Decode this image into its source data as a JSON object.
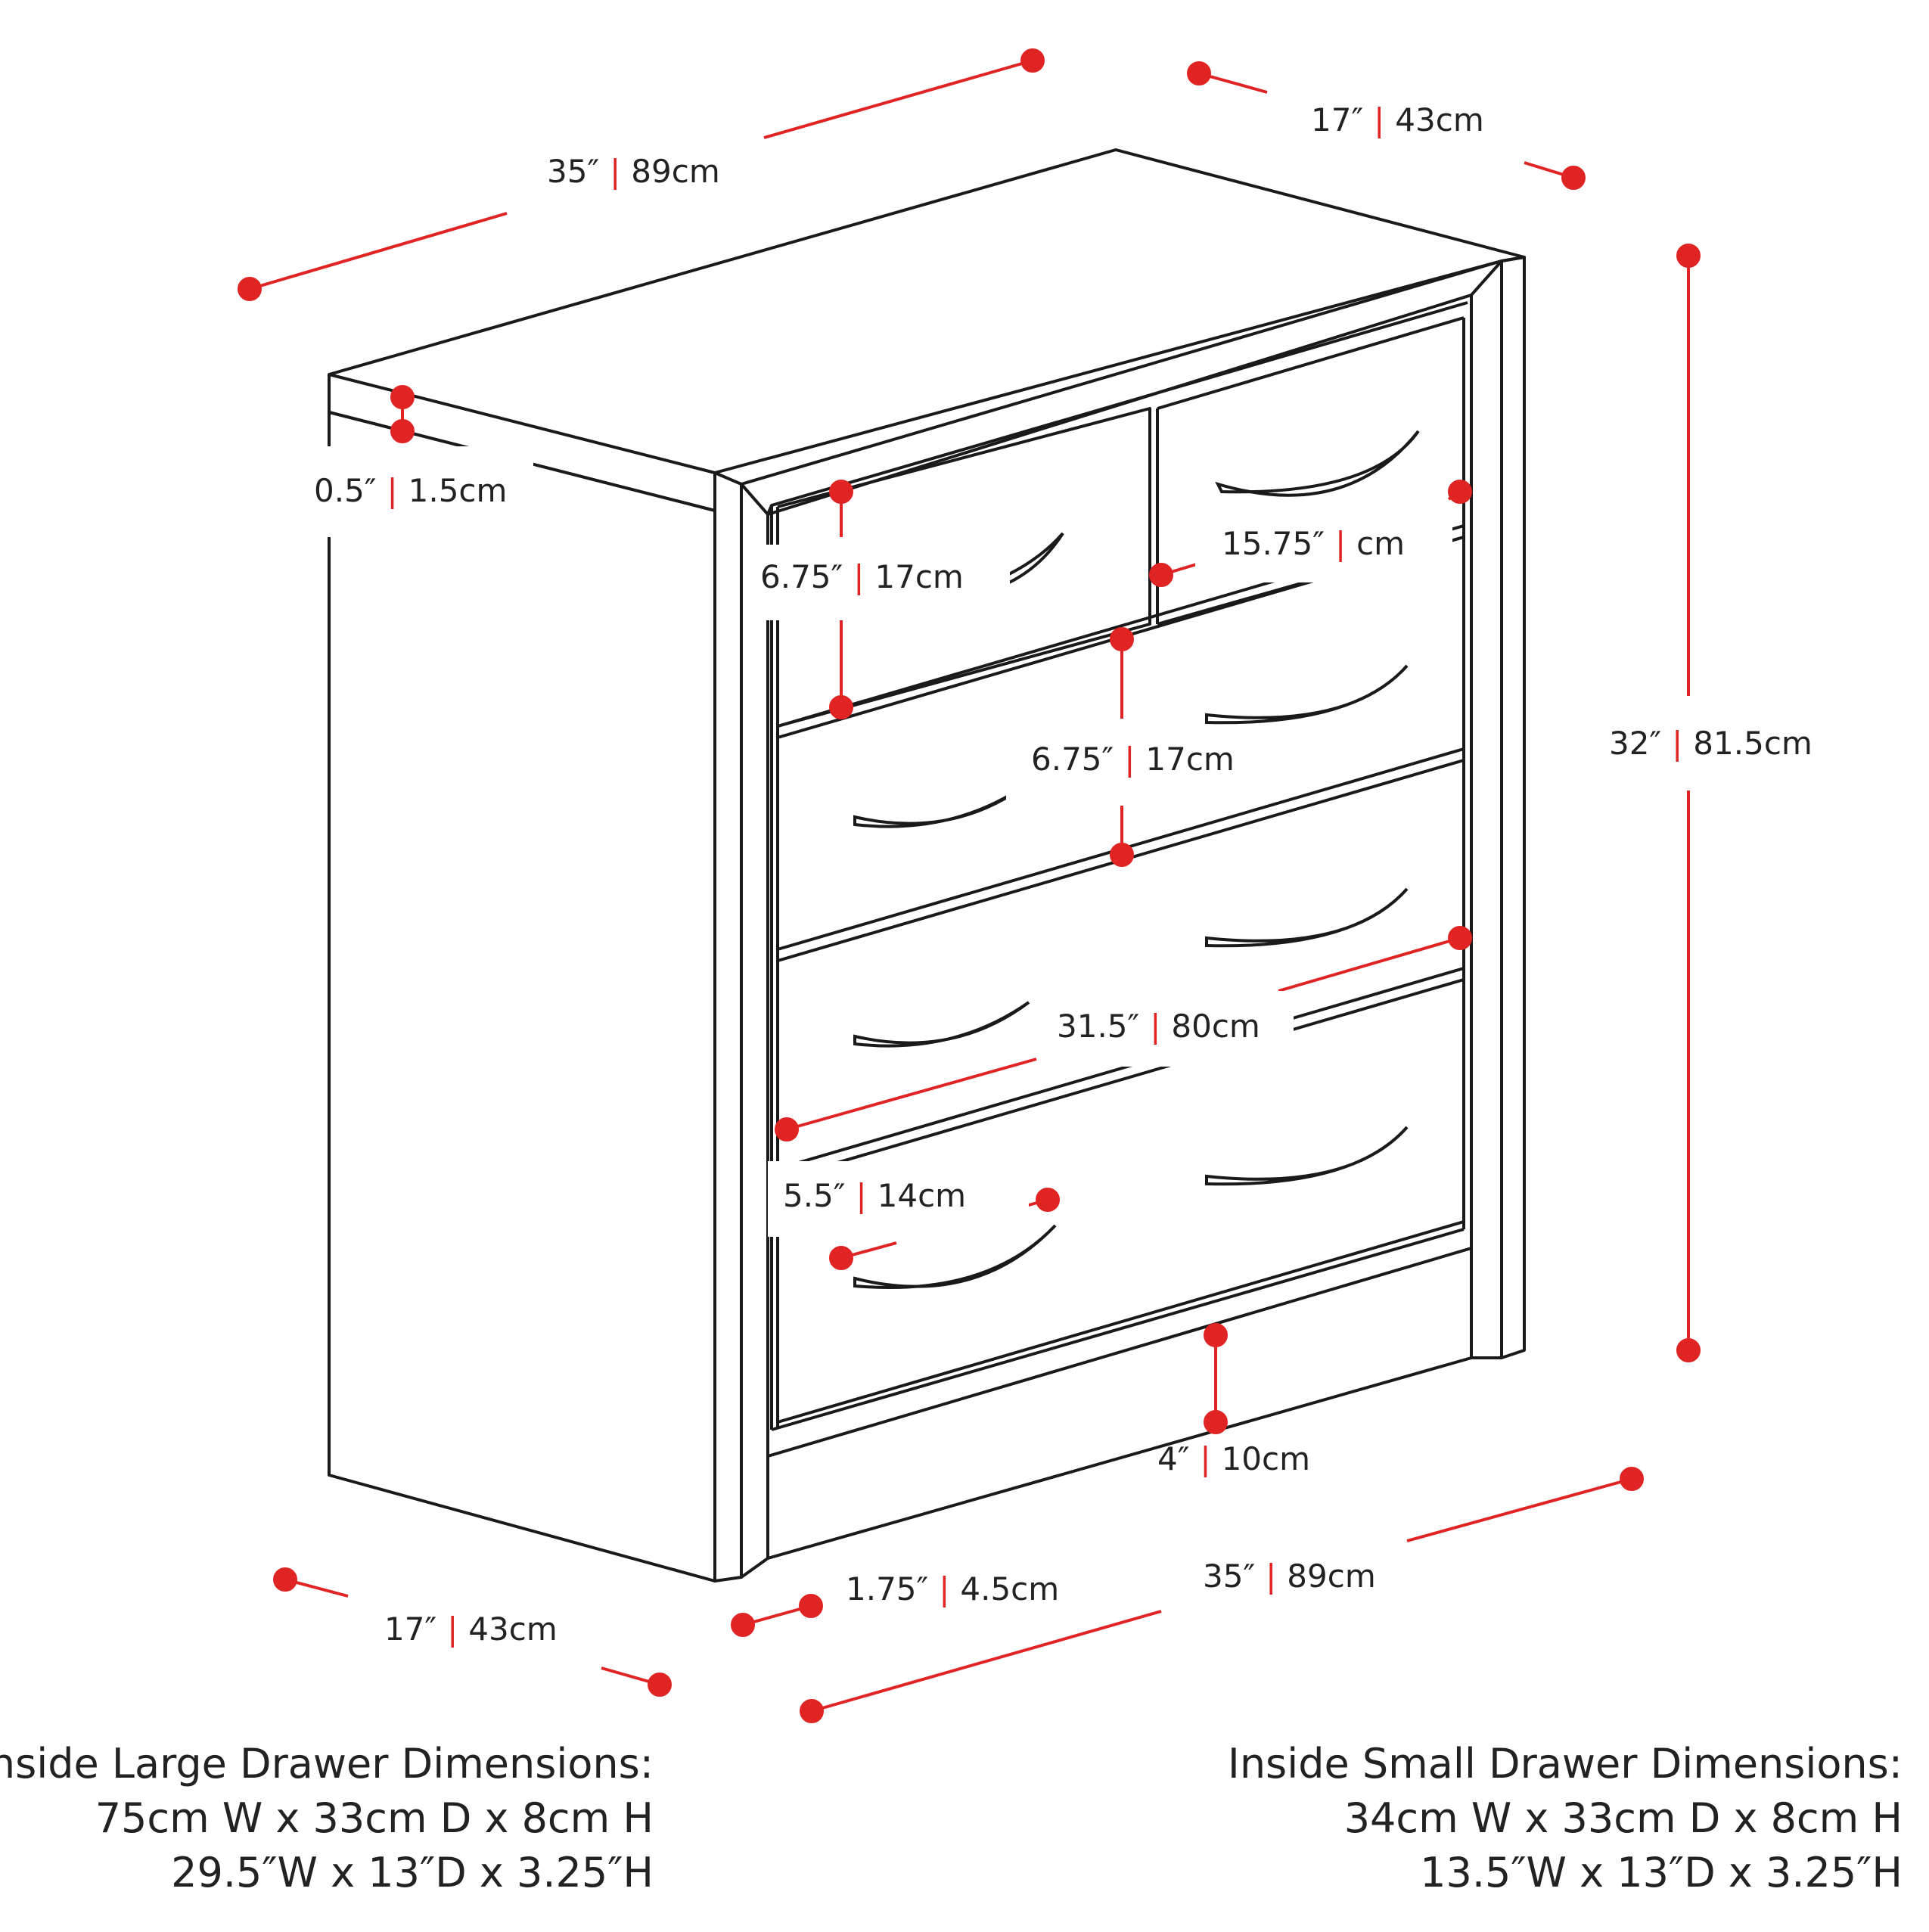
{
  "colors": {
    "accent": "#e02424",
    "line": "#1a1a1a",
    "background": "#ffffff"
  },
  "dimensions": {
    "top_width": {
      "imperial": "35″",
      "metric": "89cm"
    },
    "top_depth": {
      "imperial": "17″",
      "metric": "43cm"
    },
    "top_thickness": {
      "imperial": "0.5″",
      "metric": "1.5cm"
    },
    "small_drawer_h": {
      "imperial": "6.75″",
      "metric": "17cm"
    },
    "small_drawer_w": {
      "imperial": "15.75″",
      "metric": "cm"
    },
    "mid_drawer_h": {
      "imperial": "6.75″",
      "metric": "17cm"
    },
    "height": {
      "imperial": "32″",
      "metric": "81.5cm"
    },
    "drawer_width": {
      "imperial": "31.5″",
      "metric": "80cm"
    },
    "bottom_drawer_h": {
      "imperial": "5.5″",
      "metric": "14cm"
    },
    "base_height": {
      "imperial": "4″",
      "metric": "10cm"
    },
    "bottom_width": {
      "imperial": "35″",
      "metric": "89cm"
    },
    "side_thickness": {
      "imperial": "1.75″",
      "metric": "4.5cm"
    },
    "bottom_depth": {
      "imperial": "17″",
      "metric": "43cm"
    }
  },
  "inside_large": {
    "title": "Inside Large Drawer Dimensions:",
    "metric": "75cm W x 33cm D x 8cm H",
    "imperial": "29.5″W x 13″D x 3.25″H"
  },
  "inside_small": {
    "title": "Inside Small Drawer Dimensions:",
    "metric": "34cm W x 33cm D x 8cm H",
    "imperial": "13.5″W x 13″D x 3.25″H"
  }
}
